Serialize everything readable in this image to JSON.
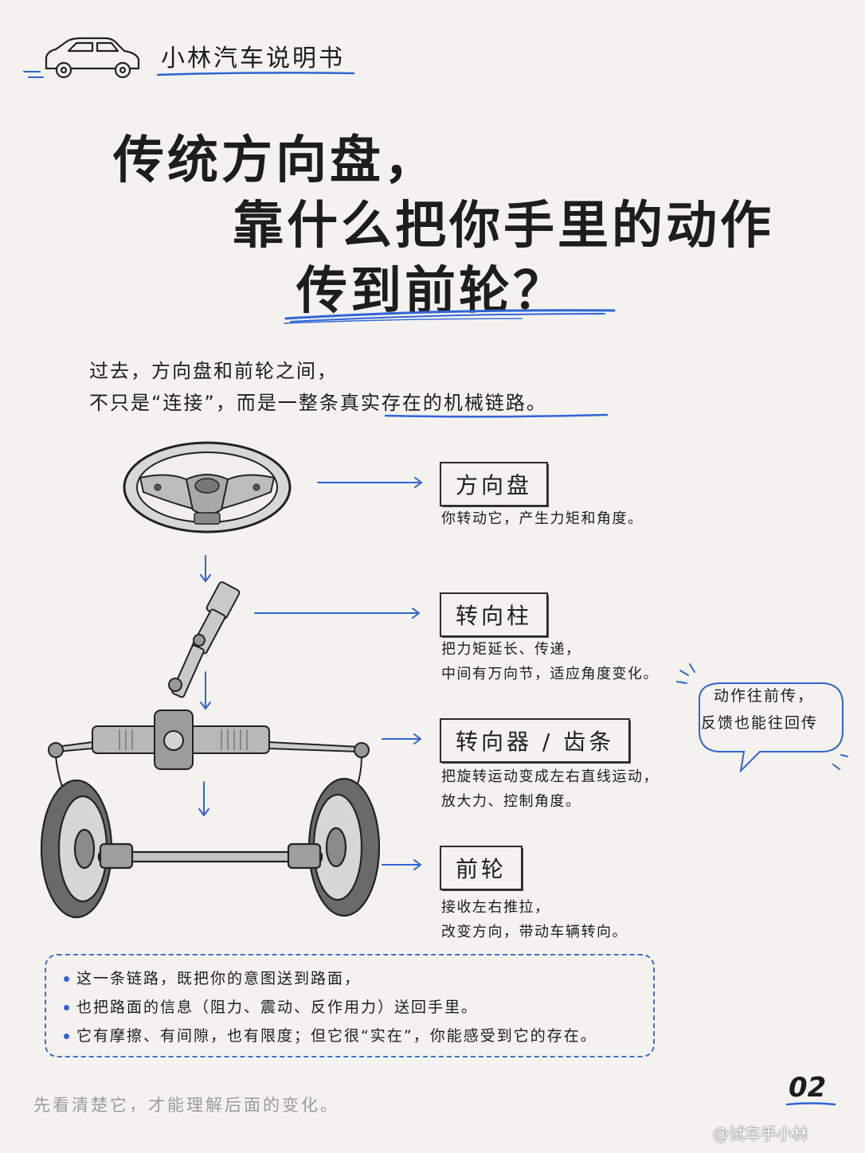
{
  "header": {
    "brand": "小林汽车说明书"
  },
  "title": {
    "line1": "传统方向盘，",
    "line2": "靠什么把你手里的动作",
    "line3": "传到前轮？"
  },
  "intro": {
    "line1": "过去，方向盘和前轮之间，",
    "line2": "不只是“连接”，而是一整条真实存在的机械链路。"
  },
  "components": [
    {
      "label": "方向盘",
      "desc": [
        "你转动它，产生力矩和角度。"
      ]
    },
    {
      "label": "转向柱",
      "desc": [
        "把力矩延长、传递，",
        "中间有万向节，适应角度变化。"
      ]
    },
    {
      "label": "转向器 / 齿条",
      "desc": [
        "把旋转运动变成左右直线运动，",
        "放大力、控制角度。"
      ]
    },
    {
      "label": "前轮",
      "desc": [
        "接收左右推拉，",
        "改变方向，带动车辆转向。"
      ]
    }
  ],
  "bubble": {
    "line1": "动作往前传，",
    "line2": "反馈也能往回传"
  },
  "summary": [
    "这一条链路，既把你的意图送到路面，",
    "也把路面的信息（阻力、震动、反作用力）送回手里。",
    "它有摩擦、有间隙，也有限度；但它很“实在”，你能感受到它的存在。"
  ],
  "footer": {
    "note": "先看清楚它，才能理解后面的变化。",
    "page": "02",
    "watermark": "@试车手小林"
  },
  "colors": {
    "accent": "#2f64d6",
    "ink": "#1d1d1d",
    "paper": "#f3f2ee"
  }
}
